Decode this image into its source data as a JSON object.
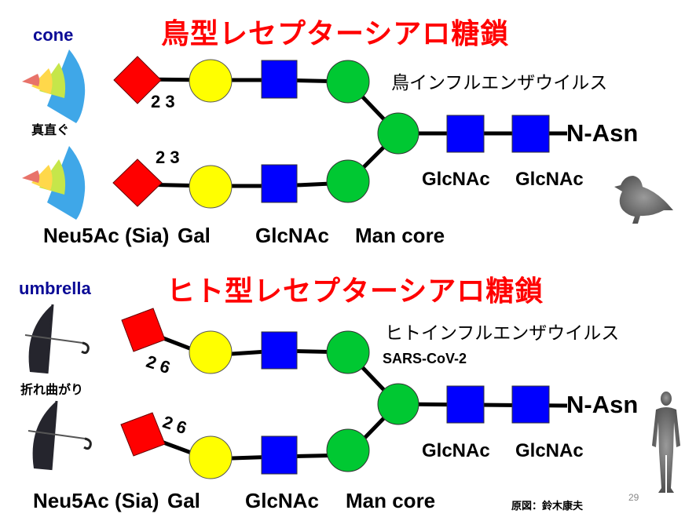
{
  "slide": {
    "page_number": "29",
    "credit": "原図：鈴木康夫"
  },
  "colors": {
    "title": "#ff0000",
    "shape_label": "#0a0a96",
    "neu5ac": "#ff0000",
    "gal": "#ffff00",
    "glcnac": "#0000ff",
    "man": "#00c832",
    "bond": "#000000"
  },
  "avian": {
    "title": "鳥型レセプターシアロ糖鎖",
    "shape_label": "cone",
    "shape_desc": "真直ぐ",
    "shape_icon": "cone-icon",
    "virus": "鳥インフルエンザウイルス",
    "linkage_top": "2 3",
    "linkage_bottom": "2 3",
    "terminal": "N-Asn",
    "stem_labels": [
      "GlcNAc",
      "GlcNAc"
    ],
    "residue_labels": {
      "sia": "Neu5Ac (Sia)",
      "gal": "Gal",
      "glcnac": "GlcNAc",
      "man": "Man core"
    },
    "host_icon": "duck-icon"
  },
  "human": {
    "title": "ヒト型レセプターシアロ糖鎖",
    "shape_label": "umbrella",
    "shape_desc": "折れ曲がり",
    "shape_icon": "umbrella-icon",
    "virus": "ヒトインフルエンザウイルス",
    "virus2": "SARS-CoV-2",
    "linkage_top": "2 6",
    "linkage_bottom": "2 6",
    "terminal": "N-Asn",
    "stem_labels": [
      "GlcNAc",
      "GlcNAc"
    ],
    "residue_labels": {
      "sia": "Neu5Ac (Sia)",
      "gal": "Gal",
      "glcnac": "GlcNAc",
      "man": "Man core"
    },
    "host_icon": "human-icon"
  }
}
